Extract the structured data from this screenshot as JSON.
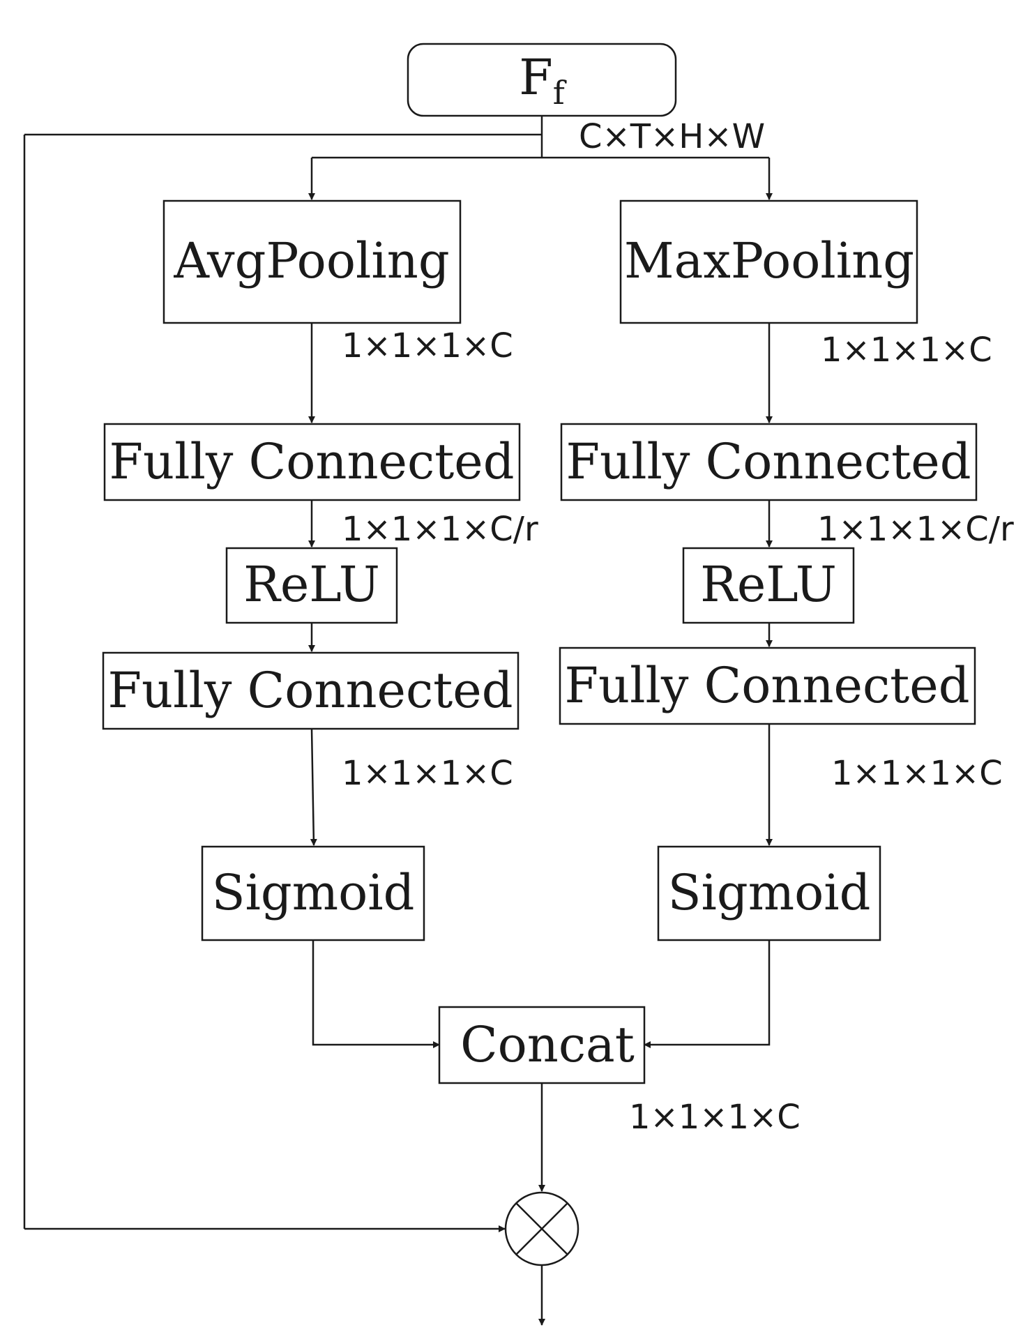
{
  "input": {
    "main": "F",
    "sub": "f"
  },
  "nodes": {
    "avgpool": "AvgPooling",
    "maxpool": "MaxPooling",
    "fc1_left": "Fully Connected",
    "fc1_right": "Fully Connected",
    "relu_left": "ReLU",
    "relu_right": "ReLU",
    "fc2_left": "Fully Connected",
    "fc2_right": "Fully Connected",
    "sigmoid_left": "Sigmoid",
    "sigmoid_right": "Sigmoid",
    "concat": "Concat"
  },
  "dims": {
    "input": "C×T×H×W",
    "pool_left": "1×1×1×C",
    "pool_right": "1×1×1×C",
    "fc1_left": "1×1×1×C/r",
    "fc1_right": "1×1×1×C/r",
    "fc2_left": "1×1×1×C",
    "fc2_right": "1×1×1×C",
    "concat": "1×1×1×C"
  },
  "operator": "multiply-circle-icon"
}
